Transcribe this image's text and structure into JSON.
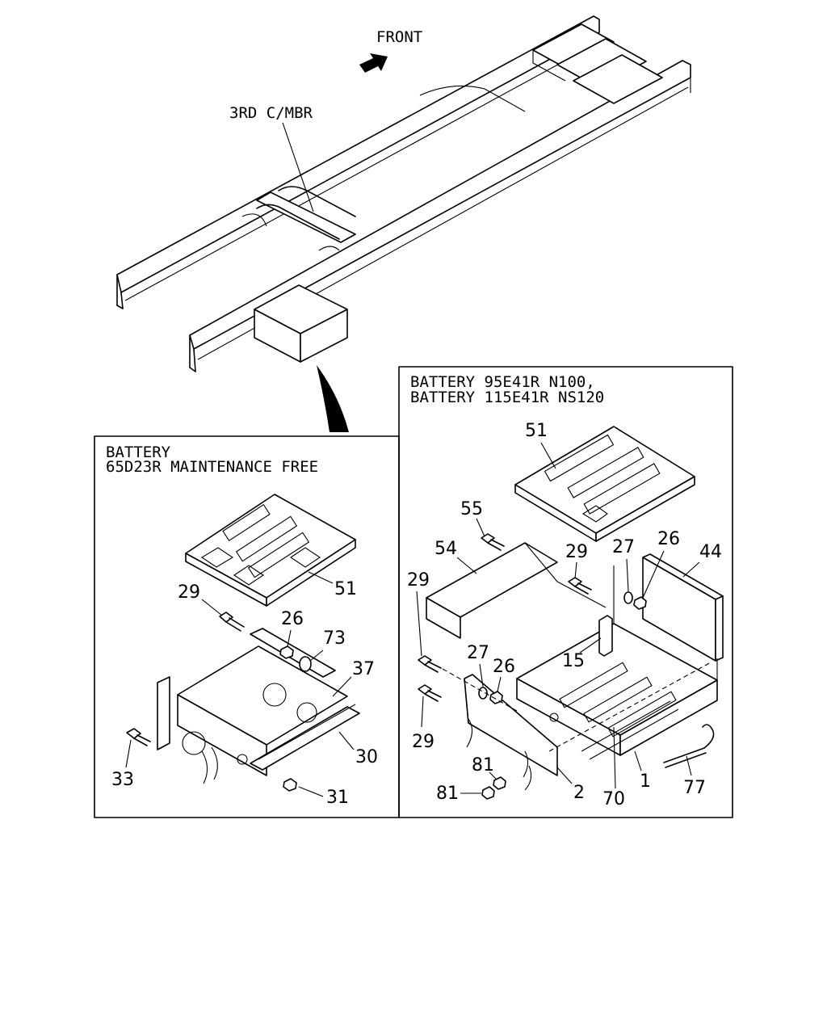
{
  "labels": {
    "front": "FRONT",
    "crossmember": "3RD C/MBR"
  },
  "left_panel": {
    "title_line1": "BATTERY",
    "title_line2": "65D23R MAINTENANCE FREE",
    "callouts": {
      "c29": "29",
      "c26": "26",
      "c73": "73",
      "c37": "37",
      "c51": "51",
      "c30": "30",
      "c31": "31",
      "c33": "33"
    }
  },
  "right_panel": {
    "title_line1": "BATTERY 95E41R N100,",
    "title_line2": "BATTERY 115E41R NS120",
    "callouts": {
      "c51": "51",
      "c55": "55",
      "c54": "54",
      "c29a": "29",
      "c27a": "27",
      "c26a": "26",
      "c44": "44",
      "c29b": "29",
      "c15": "15",
      "c27b": "27",
      "c26b": "26",
      "c29c": "29",
      "c81a": "81",
      "c81b": "81",
      "c2": "2",
      "c70": "70",
      "c1": "1",
      "c77": "77"
    }
  }
}
